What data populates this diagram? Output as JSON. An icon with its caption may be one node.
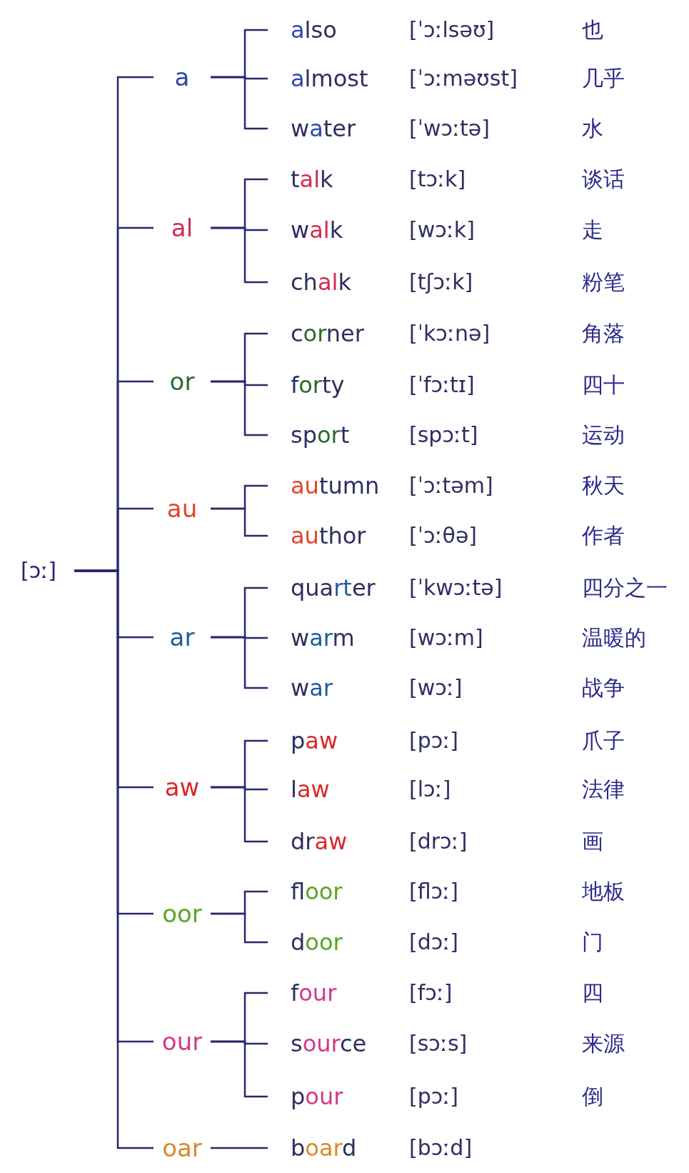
{
  "diagram": {
    "nodes": [
      {
        "text": [
          "[ɔː]"
        ]
      },
      {
        "text": [
          "a"
        ]
      },
      {
        "text": [
          "also"
        ],
        "beside": [
          "[ˈɔːlsəʊ]",
          "也"
        ]
      },
      {
        "text": [
          "almost"
        ],
        "beside": [
          "[ˈɔːməʊst]",
          "几乎"
        ]
      },
      {
        "text": [
          "water"
        ],
        "beside": [
          "[ˈwɔːtə]",
          "水"
        ]
      },
      {
        "text": [
          "al"
        ]
      },
      {
        "text": [
          "talk"
        ],
        "beside": [
          "[tɔːk]",
          "谈话"
        ]
      },
      {
        "text": [
          "walk"
        ],
        "beside": [
          "[wɔːk]",
          "走"
        ]
      },
      {
        "text": [
          "chalk"
        ],
        "beside": [
          "[tʃɔːk]",
          "粉笔"
        ]
      },
      {
        "text": [
          "or"
        ]
      },
      {
        "text": [
          "corner"
        ],
        "beside": [
          "[ˈkɔːnə]",
          "角落"
        ]
      },
      {
        "text": [
          "forty"
        ],
        "beside": [
          "[ˈfɔːtɪ]",
          "四十"
        ]
      },
      {
        "text": [
          "sport"
        ],
        "beside": [
          "[spɔːt]",
          "运动"
        ]
      },
      {
        "text": [
          "au"
        ]
      },
      {
        "text": [
          "autumn"
        ],
        "beside": [
          "[ˈɔːtəm]",
          "秋天"
        ]
      },
      {
        "text": [
          "author"
        ],
        "beside": [
          "[ˈɔːθə]",
          "作者"
        ]
      },
      {
        "text": [
          "ar"
        ]
      },
      {
        "text": [
          "quarter"
        ],
        "beside": [
          "[ˈkwɔːtə]",
          "四分之一"
        ]
      },
      {
        "text": [
          "warm"
        ],
        "beside": [
          "[wɔːm]",
          "温暖的"
        ]
      },
      {
        "text": [
          "war"
        ],
        "beside": [
          "[wɔː]",
          "战争"
        ]
      },
      {
        "text": [
          "aw"
        ]
      },
      {
        "text": [
          "paw"
        ],
        "beside": [
          "[pɔː]",
          "爪子"
        ]
      },
      {
        "text": [
          "law"
        ],
        "beside": [
          "[lɔː]",
          "法律"
        ]
      },
      {
        "text": [
          "draw"
        ],
        "beside": [
          "[drɔː]",
          "画"
        ]
      },
      {
        "text": [
          "oor"
        ]
      },
      {
        "text": [
          "floor"
        ],
        "beside": [
          "[flɔː]",
          "地板"
        ]
      },
      {
        "text": [
          "door"
        ],
        "beside": [
          "[dɔː]",
          "门"
        ]
      },
      {
        "text": [
          "our"
        ]
      },
      {
        "text": [
          "four"
        ],
        "beside": [
          "[fɔː]",
          "四"
        ]
      },
      {
        "text": [
          "source"
        ],
        "beside": [
          "[sɔːs]",
          "来源"
        ]
      },
      {
        "text": [
          "pour"
        ],
        "beside": [
          "[pɔː]",
          "倒"
        ]
      },
      {
        "text": [
          "oar"
        ]
      },
      {
        "text": [
          "board"
        ],
        "beside": [
          "[bɔːd]"
        ]
      }
    ],
    "edges": [
      {
        "from": 0,
        "to": 1,
        "arrow": "none"
      },
      {
        "from": 1,
        "to": 2,
        "arrow": "none"
      },
      {
        "from": 1,
        "to": 3,
        "arrow": "none"
      },
      {
        "from": 1,
        "to": 4,
        "arrow": "none"
      },
      {
        "from": 0,
        "to": 5,
        "arrow": "none"
      },
      {
        "from": 5,
        "to": 6,
        "arrow": "none"
      },
      {
        "from": 5,
        "to": 7,
        "arrow": "none"
      },
      {
        "from": 5,
        "to": 8,
        "arrow": "none"
      },
      {
        "from": 0,
        "to": 9,
        "arrow": "none"
      },
      {
        "from": 9,
        "to": 10,
        "arrow": "none"
      },
      {
        "from": 9,
        "to": 11,
        "arrow": "none"
      },
      {
        "from": 9,
        "to": 12,
        "arrow": "none"
      },
      {
        "from": 0,
        "to": 13,
        "arrow": "none"
      },
      {
        "from": 13,
        "to": 14,
        "arrow": "none"
      },
      {
        "from": 13,
        "to": 15,
        "arrow": "none"
      },
      {
        "from": 0,
        "to": 16,
        "arrow": "none"
      },
      {
        "from": 16,
        "to": 17,
        "arrow": "none"
      },
      {
        "from": 16,
        "to": 18,
        "arrow": "none"
      },
      {
        "from": 16,
        "to": 19,
        "arrow": "none"
      },
      {
        "from": 0,
        "to": 20,
        "arrow": "none"
      },
      {
        "from": 20,
        "to": 21,
        "arrow": "none"
      },
      {
        "from": 20,
        "to": 22,
        "arrow": "none"
      },
      {
        "from": 20,
        "to": 23,
        "arrow": "none"
      },
      {
        "from": 0,
        "to": 24,
        "arrow": "none"
      },
      {
        "from": 24,
        "to": 25,
        "arrow": "none"
      },
      {
        "from": 24,
        "to": 26,
        "arrow": "none"
      },
      {
        "from": 0,
        "to": 27,
        "arrow": "none"
      },
      {
        "from": 27,
        "to": 28,
        "arrow": "none"
      },
      {
        "from": 27,
        "to": 29,
        "arrow": "none"
      },
      {
        "from": 27,
        "to": 30,
        "arrow": "none"
      },
      {
        "from": 0,
        "to": 31,
        "arrow": "none"
      },
      {
        "from": 31,
        "to": 32,
        "arrow": "none"
      }
    ]
  }
}
